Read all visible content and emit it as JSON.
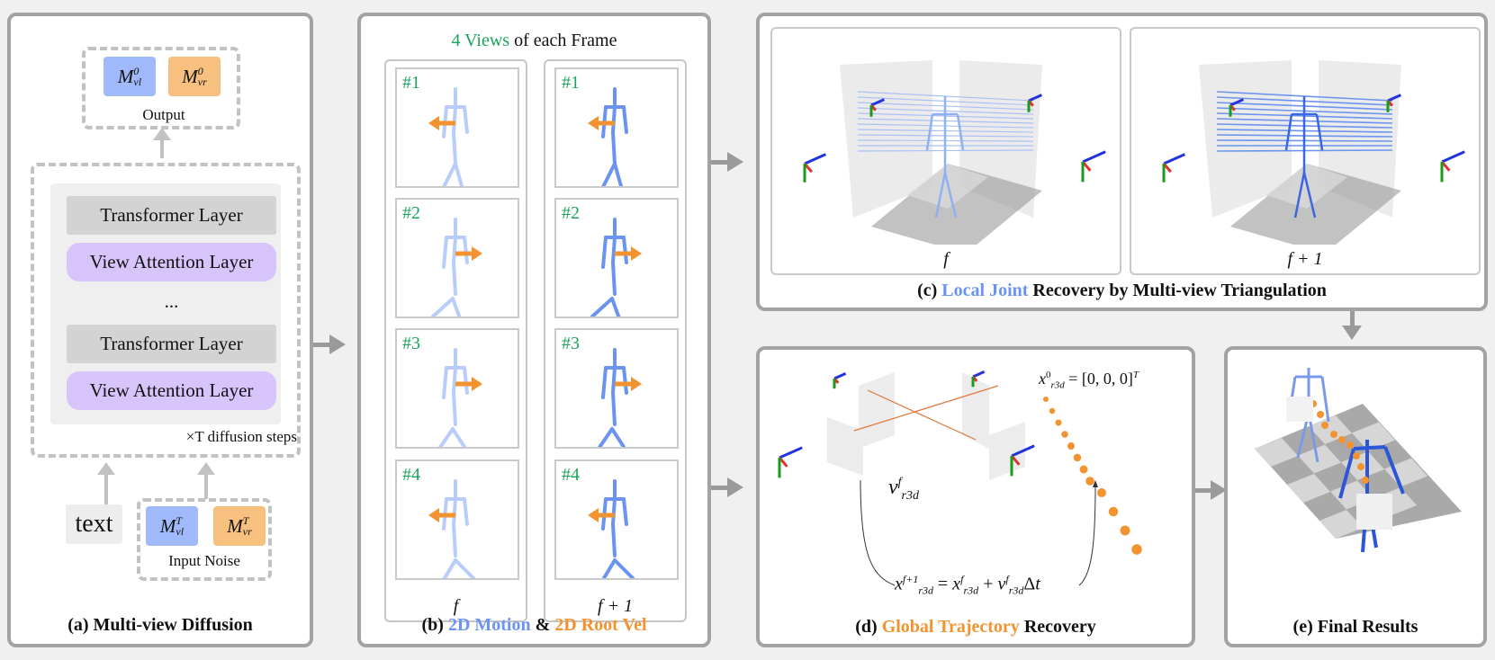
{
  "panel_a": {
    "caption": "(a) Multi-view Diffusion",
    "output_label": "Output",
    "output_vl": {
      "base": "M",
      "sup": "0",
      "sub": "vl"
    },
    "output_vr": {
      "base": "M",
      "sup": "0",
      "sub": "vr"
    },
    "layers": [
      {
        "type": "transformer",
        "label": "Transformer Layer"
      },
      {
        "type": "view-attention",
        "label": "View Attention Layer"
      },
      {
        "type": "ellipsis",
        "label": "..."
      },
      {
        "type": "transformer",
        "label": "Transformer Layer"
      },
      {
        "type": "view-attention",
        "label": "View Attention Layer"
      }
    ],
    "steps_label": "×T diffusion steps",
    "text_label": "text",
    "input_vl": {
      "base": "M",
      "sup": "T",
      "sub": "vl"
    },
    "input_vr": {
      "base": "M",
      "sup": "T",
      "sub": "vr"
    },
    "input_noise_label": "Input Noise"
  },
  "panel_b": {
    "title_green": "4 Views",
    "title_rest": " of each Frame",
    "caption_prefix": "(b) ",
    "caption_blue": "2D Motion",
    "caption_mid": " & ",
    "caption_orange": "2D Root Vel",
    "columns": [
      {
        "frame": "f",
        "views": [
          "#1",
          "#2",
          "#3",
          "#4"
        ]
      },
      {
        "frame": "f + 1",
        "views": [
          "#1",
          "#2",
          "#3",
          "#4"
        ]
      }
    ]
  },
  "panel_c": {
    "caption_prefix": "(c) ",
    "caption_blue": "Local Joint",
    "caption_rest": " Recovery by Multi-view Triangulation",
    "frames": [
      "f",
      "f + 1"
    ]
  },
  "panel_d": {
    "caption_prefix": "(d) ",
    "caption_orange": "Global Trajectory",
    "caption_rest": " Recovery",
    "init_eq": "x⁰_r3d = [0, 0, 0]ᵀ",
    "velocity_label": "v^f_r3d",
    "update_eq": "x^{f+1}_r3d = x^f_r3d + v^f_r3d Δt"
  },
  "panel_e": {
    "caption": "(e) Final Results"
  },
  "colors": {
    "blue": "#6b94f0",
    "light_blue": "#b8cdfb",
    "orange": "#f2932f",
    "green": "#1aa35a",
    "purple": "#d6c4fb",
    "border": "#a3a3a3"
  }
}
